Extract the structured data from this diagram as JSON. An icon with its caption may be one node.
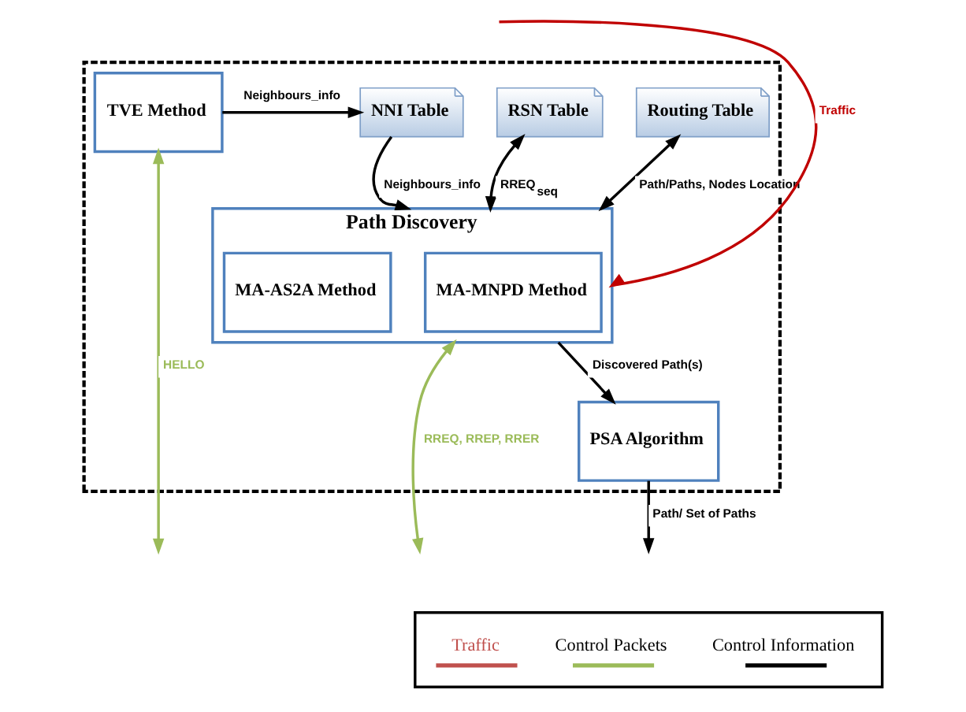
{
  "diagram": {
    "nodes": [
      {
        "text": [],
        "shape": "box"
      },
      {
        "text": [
          "Routing Table"
        ],
        "in": 0
      },
      {
        "text": [
          "NNI Table"
        ],
        "in": 0
      },
      {
        "text": [
          "RSN Table"
        ],
        "in": 0
      },
      {
        "text": [
          "TVE Method"
        ],
        "in": 0
      },
      {
        "text": [
          "Path Discovery"
        ],
        "in": 0
      },
      {
        "text": [
          "MA-MNPD Method"
        ],
        "in": 5
      },
      {
        "text": [
          "MA-AS2A Method"
        ],
        "in": 5
      },
      {
        "text": [
          "PSA Algorithm"
        ],
        "in": 0
      }
    ],
    "edges": [
      {
        "from": null,
        "to": 5,
        "arrow": "to",
        "label": "Traffic",
        "color": "#c00000"
      },
      {
        "from": 1,
        "to": 5,
        "arrow": "both",
        "label": "Path/Paths, Nodes Location"
      },
      {
        "from": 4,
        "to": 2,
        "arrow": "to",
        "label": "Neighbours_info"
      },
      {
        "from": 2,
        "to": 5,
        "arrow": "to",
        "label": "Neighbours_info"
      },
      {
        "from": 5,
        "to": 3,
        "arrow": "both",
        "label": "RREQ$_{seq}$"
      },
      {
        "from": 5,
        "to": 8,
        "arrow": "to",
        "label": "Discovered Path(s)"
      },
      {
        "from": 8,
        "to": null,
        "arrow": "to",
        "label": "Path/ Set of Paths"
      },
      {
        "from": 4,
        "to": null,
        "arrow": "both",
        "label": "HELLO",
        "color": "#9bbb59"
      },
      {
        "from": 5,
        "to": null,
        "arrow": "both",
        "label": "RREQ, RREP, RRER",
        "color": "#9bbb59"
      }
    ],
    "legend": [
      {
        "text": "Traffic"
      },
      {
        "text": "Control Packets"
      },
      {
        "text": "Control Information"
      }
    ]
  }
}
